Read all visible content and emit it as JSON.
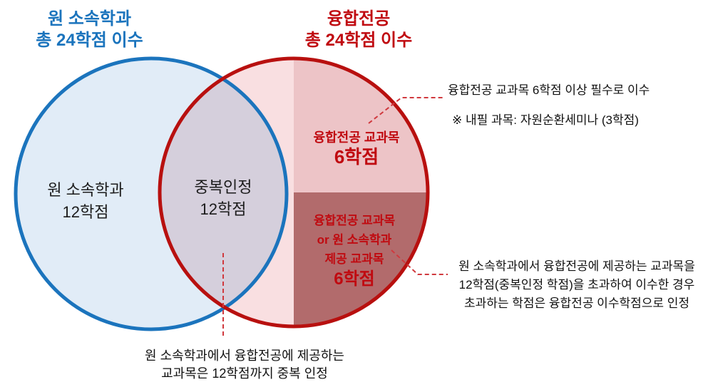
{
  "colors": {
    "blue_stroke": "#1b74bd",
    "blue_fill": "#e1ecf7",
    "red_stroke": "#b8100f",
    "red_text": "#c00a10",
    "light_pink": "#f9dfe1",
    "medium_pink": "#edc4c7",
    "dark_red": "#b26b6c",
    "overlap_lavender": "#d5cfdc",
    "dashed_line": "#d0393e",
    "black_text": "#111111"
  },
  "left_circle": {
    "title": [
      "원 소속학과",
      "총 24학점 이수"
    ],
    "label": [
      "원 소속학과",
      "12학점"
    ]
  },
  "overlap": {
    "label": [
      "중복인정",
      "12학점"
    ]
  },
  "right_circle": {
    "title": [
      "융합전공",
      "총 24학점 이수"
    ],
    "top_segment": {
      "line1": "융합전공 교과목",
      "credits": "6학점"
    },
    "bottom_segment": {
      "line1": "융합전공 교과목",
      "line2": "or 원 소속학과",
      "line3": "제공 교과목",
      "credits": "6학점"
    }
  },
  "annotations": {
    "required": {
      "line1": "융합전공 교과목 6학점 이상 필수로 이수",
      "line2": "※ 내필 과목: 자원순환세미나 (3학점)"
    },
    "excess": {
      "line1": "원 소속학과에서 융합전공에 제공하는 교과목을",
      "line2": "12학점(중복인정 학점)을 초과하여 이수한 경우",
      "line3": "초과하는 학점은 융합전공 이수학점으로 인정"
    },
    "duplicate": {
      "line1": "원 소속학과에서 융합전공에 제공하는",
      "line2": "교과목은 12학점까지 중복 인정"
    }
  }
}
